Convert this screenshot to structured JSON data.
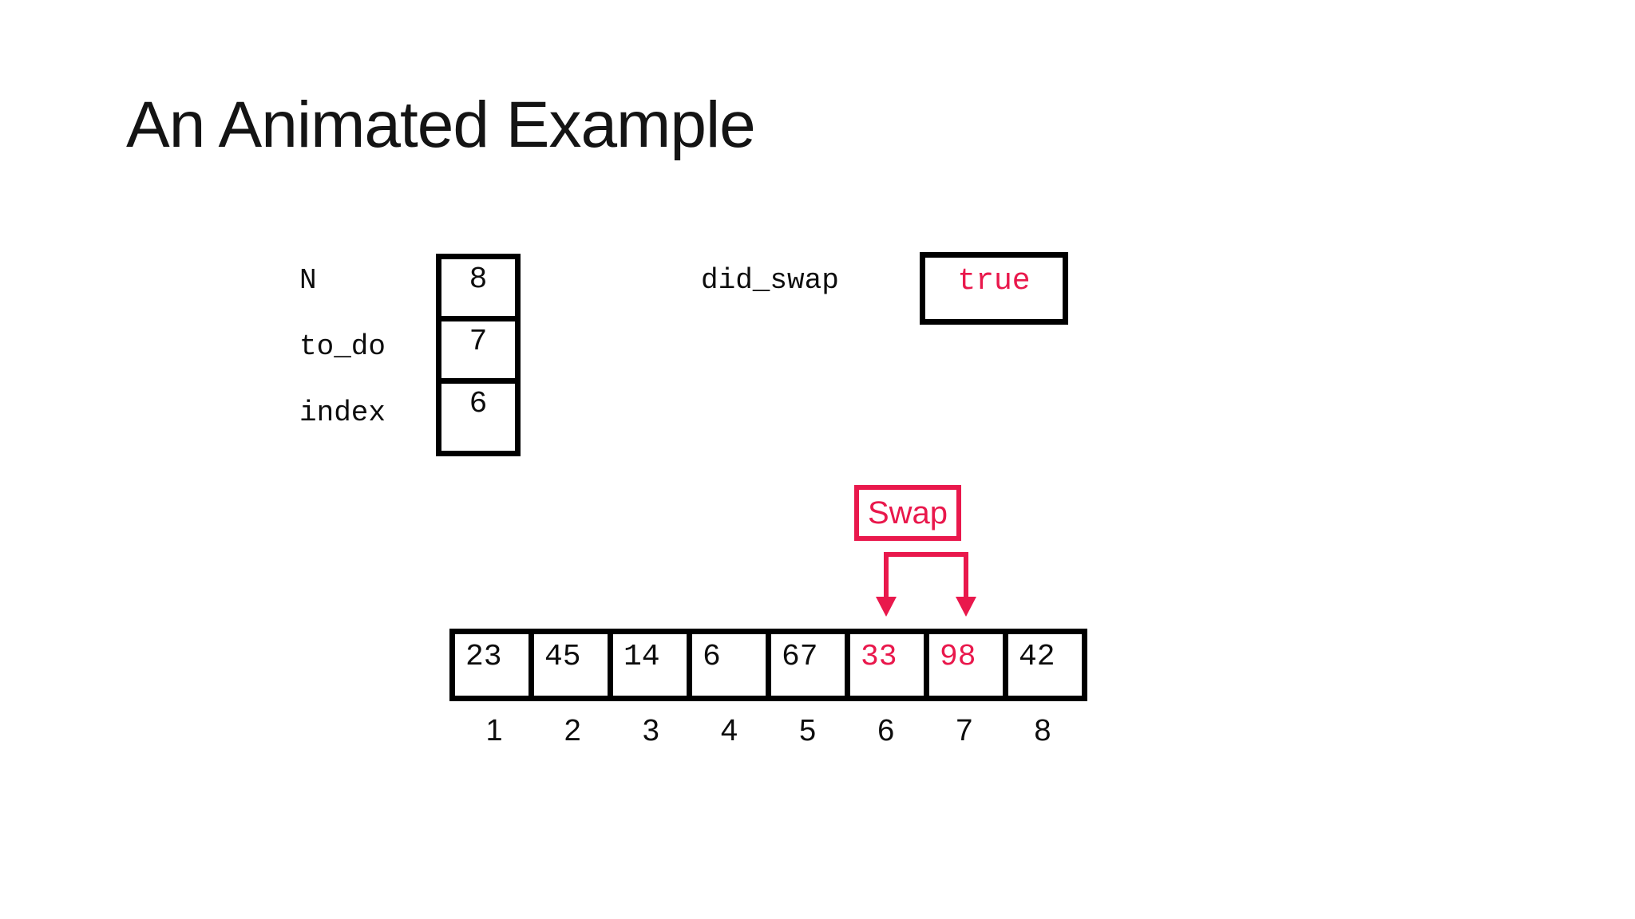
{
  "slide": {
    "title": "An Animated Example",
    "accent_color": "#E9184C",
    "variables": [
      {
        "name": "N",
        "value": "8"
      },
      {
        "name": "to_do",
        "value": "7"
      },
      {
        "name": "index",
        "value": "6"
      }
    ],
    "did_swap": {
      "label": "did_swap",
      "value": "true"
    },
    "swap_annotation": {
      "label": "Swap",
      "left_target_position": "6",
      "right_target_position": "7"
    },
    "array": {
      "values": [
        "23",
        "45",
        "14",
        "6",
        "67",
        "33",
        "98",
        "42"
      ],
      "highlighted_values": [
        "33",
        "98"
      ],
      "highlighted_positions": [
        6,
        7
      ],
      "index_labels": [
        "1",
        "2",
        "3",
        "4",
        "5",
        "6",
        "7",
        "8"
      ]
    }
  }
}
